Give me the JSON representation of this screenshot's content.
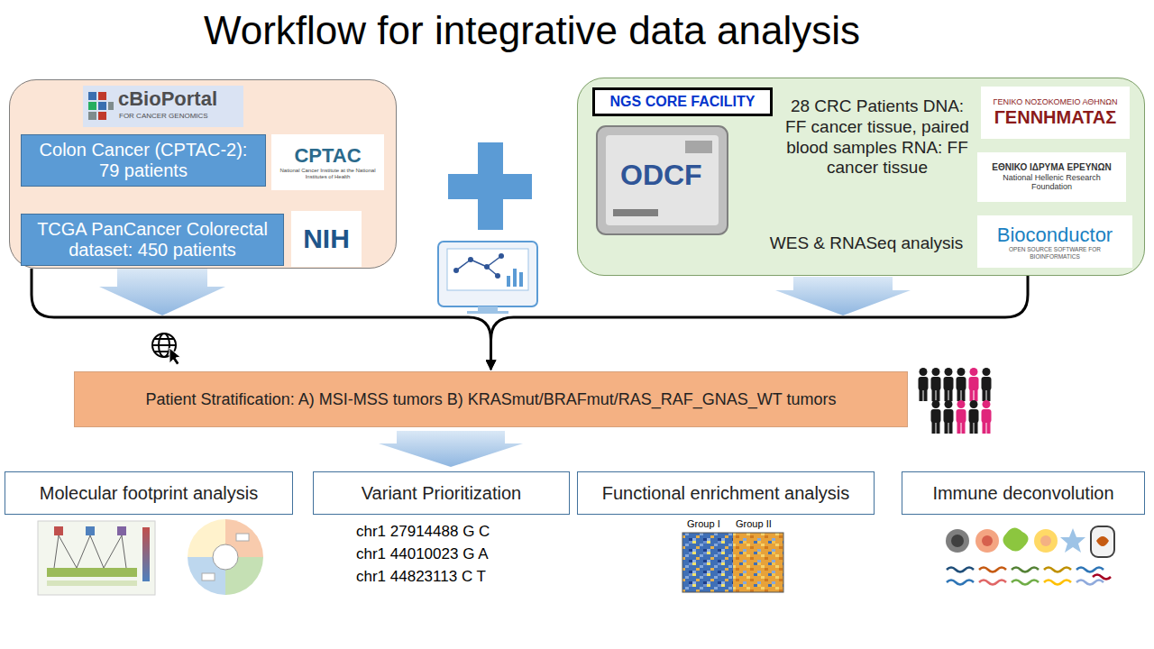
{
  "diagram": {
    "title": "Workflow for integrative data analysis",
    "nodes": [
      {
        "text": [
          "cBioPortal",
          "FOR CANCER GENOMICS"
        ]
      },
      {
        "text": [
          "Colon Cancer (CPTAC-2): 79 patients"
        ],
        "in": 0
      },
      {
        "text": [
          "CPTAC",
          "National Cancer Institute at the National Institutes of Health"
        ],
        "in": 0
      },
      {
        "text": [
          "TCGA PanCancer Colorectal dataset: 450 patients"
        ],
        "in": 0
      },
      {
        "text": [
          "NIH"
        ],
        "in": 0
      },
      {
        "text": [
          "28 CRC Patients DNA: FF cancer tissue, paired blood samples RNA: FF cancer tissue",
          "WES & RNASeq analysis"
        ]
      },
      {
        "text": [
          "NGS CORE FACILITY"
        ],
        "in": 5
      },
      {
        "text": [
          "ΓΕΝΙΚΟ ΝΟΣΟΚΟΜΕΙΟ ΑΘΗΝΩΝ",
          "ΓΕΝΝΗΜΑΤΑΣ"
        ],
        "in": 5
      },
      {
        "text": [
          "ΕΘΝΙΚΟ ΙΔΡΥΜΑ ΕΡΕΥΝΩΝ",
          "National Hellenic Research Foundation"
        ],
        "in": 5
      },
      {
        "text": [
          "Bioconductor",
          "OPEN SOURCE SOFTWARE FOR BIOINFORMATICS"
        ],
        "in": 5
      },
      {
        "text": [
          "Patient Stratification: A) MSI-MSS tumors B) KRASmut/BRAFmut/RAS_RAF_GNAS_WT tumors"
        ]
      },
      {
        "text": [
          "Molecular footprint analysis"
        ]
      },
      {
        "text": [
          "Variant Prioritization"
        ]
      },
      {
        "text": [
          "Functional enrichment analysis"
        ]
      },
      {
        "text": [
          "Immune deconvolution"
        ]
      }
    ],
    "edges": [
      {
        "from": 0,
        "to": 10,
        "arrow": "to"
      },
      {
        "from": 5,
        "to": 10,
        "arrow": "to"
      }
    ],
    "labels": [
      "ODCF",
      "chr1 27914488 G C",
      "chr1 44010023 G A",
      "chr1 44823113 C T",
      "Group I",
      "Group II"
    ]
  }
}
